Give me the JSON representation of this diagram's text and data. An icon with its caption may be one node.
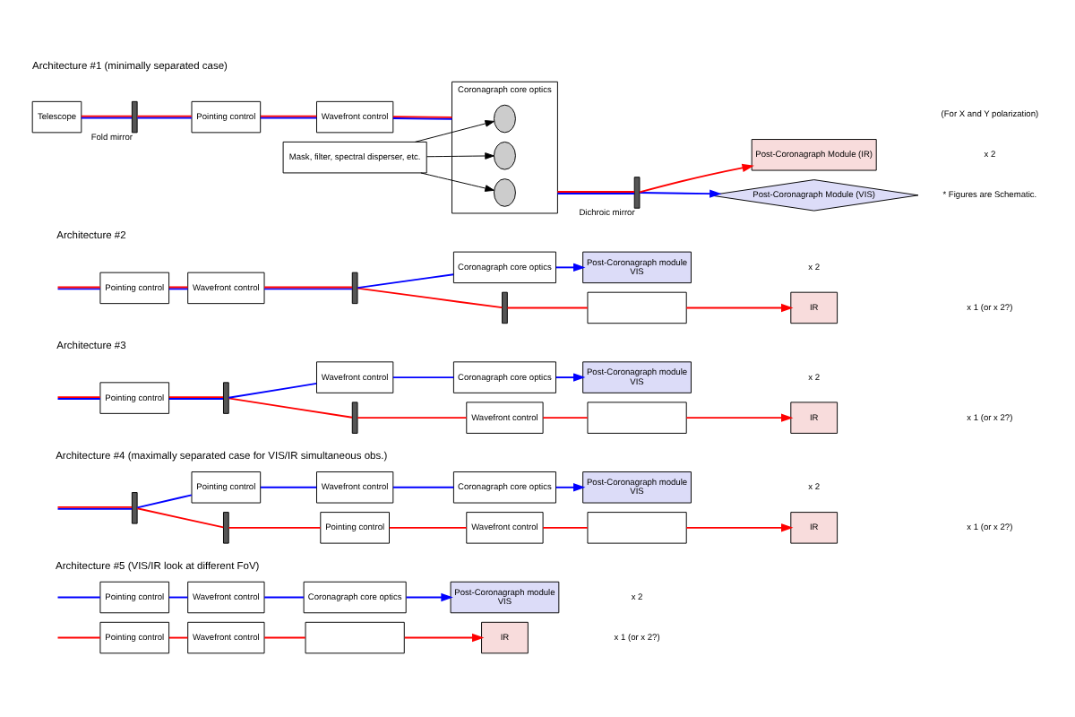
{
  "diagram": {
    "nodes": [
      {
        "text": [
          "Telescope"
        ]
      },
      {
        "text": [],
        "shape": "bar",
        "beside": [
          "Fold mirror"
        ]
      },
      {
        "text": [
          "Pointing control"
        ]
      },
      {
        "text": [
          "Wavefront control"
        ]
      },
      {
        "text": [
          "Coronagraph core optics"
        ]
      },
      {
        "text": [],
        "shape": "circle",
        "in": 4
      },
      {
        "text": [],
        "shape": "circle",
        "in": 4
      },
      {
        "text": [],
        "shape": "circle",
        "in": 4
      },
      {
        "text": [
          "Mask, filter, spectral disperser, etc."
        ]
      },
      {
        "text": [],
        "shape": "bar",
        "beside": [
          "Dichroic mirror"
        ]
      },
      {
        "text": [
          "Post-Coronagraph Module (VIS)"
        ]
      },
      {
        "text": [
          "Post-Coronagraph Module (IR)"
        ]
      },
      {
        "text": [
          "Pointing control"
        ]
      },
      {
        "text": [
          "Wavefront control"
        ]
      },
      {
        "text": [],
        "shape": "bar"
      },
      {
        "text": [],
        "shape": "bar"
      },
      {
        "text": [
          "Coronagraph core optics"
        ]
      },
      {
        "text": [],
        "shape": "box"
      },
      {
        "text": [
          "Post-Coronagraph module",
          "VIS"
        ]
      },
      {
        "text": [
          "IR"
        ]
      },
      {
        "text": [
          "Pointing control"
        ]
      },
      {
        "text": [],
        "shape": "bar"
      },
      {
        "text": [],
        "shape": "bar"
      },
      {
        "text": [
          "Wavefront control"
        ]
      },
      {
        "text": [
          "Wavefront control"
        ]
      },
      {
        "text": [
          "Coronagraph core optics"
        ]
      },
      {
        "text": [],
        "shape": "box"
      },
      {
        "text": [
          "Post-Coronagraph module",
          "VIS"
        ]
      },
      {
        "text": [
          "IR"
        ]
      },
      {
        "text": [],
        "shape": "bar"
      },
      {
        "text": [],
        "shape": "bar"
      },
      {
        "text": [
          "Pointing control"
        ]
      },
      {
        "text": [
          "Wavefront control"
        ]
      },
      {
        "text": [
          "Coronagraph core optics"
        ]
      },
      {
        "text": [
          "Post-Coronagraph module",
          "VIS"
        ]
      },
      {
        "text": [
          "Pointing control"
        ]
      },
      {
        "text": [
          "Wavefront control"
        ]
      },
      {
        "text": [],
        "shape": "box"
      },
      {
        "text": [
          "IR"
        ]
      },
      {
        "text": [
          "Pointing control"
        ]
      },
      {
        "text": [
          "Wavefront control"
        ]
      },
      {
        "text": [
          "Coronagraph core optics"
        ]
      },
      {
        "text": [
          "Post-Coronagraph module",
          "VIS"
        ]
      },
      {
        "text": [
          "Pointing control"
        ]
      },
      {
        "text": [
          "Wavefront control"
        ]
      },
      {
        "text": [],
        "shape": "box"
      },
      {
        "text": [
          "IR"
        ]
      }
    ],
    "edges": [
      {
        "from": 0,
        "to": 1,
        "arrow": "none"
      },
      {
        "from": 1,
        "to": 2,
        "arrow": "none"
      },
      {
        "from": 2,
        "to": 3,
        "arrow": "none"
      },
      {
        "from": 3,
        "to": 4,
        "arrow": "none"
      },
      {
        "from": 8,
        "to": 5,
        "arrow": "to",
        "color": "#000000"
      },
      {
        "from": 8,
        "to": 6,
        "arrow": "to",
        "color": "#000000"
      },
      {
        "from": 8,
        "to": 7,
        "arrow": "to",
        "color": "#000000"
      },
      {
        "from": 4,
        "to": 9,
        "arrow": "none"
      },
      {
        "from": 9,
        "to": 10,
        "arrow": "to",
        "color": "#0000ff"
      },
      {
        "from": 9,
        "to": 11,
        "arrow": "to",
        "color": "#ff0000"
      },
      {
        "from": null,
        "to": 12,
        "arrow": "none"
      },
      {
        "from": 12,
        "to": 13,
        "arrow": "none"
      },
      {
        "from": 13,
        "to": 14,
        "arrow": "none"
      },
      {
        "from": 14,
        "to": 16,
        "arrow": "none",
        "color": "#0000ff"
      },
      {
        "from": 14,
        "to": 15,
        "arrow": "none",
        "color": "#ff0000"
      },
      {
        "from": 16,
        "to": 18,
        "arrow": "to",
        "color": "#0000ff"
      },
      {
        "from": 15,
        "to": 17,
        "arrow": "none",
        "color": "#ff0000"
      },
      {
        "from": 17,
        "to": 19,
        "arrow": "to",
        "color": "#ff0000"
      },
      {
        "from": null,
        "to": 20,
        "arrow": "none"
      },
      {
        "from": 20,
        "to": 21,
        "arrow": "none"
      },
      {
        "from": 21,
        "to": 23,
        "arrow": "none",
        "color": "#0000ff"
      },
      {
        "from": 23,
        "to": 25,
        "arrow": "none",
        "color": "#0000ff"
      },
      {
        "from": 25,
        "to": 27,
        "arrow": "to",
        "color": "#0000ff"
      },
      {
        "from": 21,
        "to": 22,
        "arrow": "none",
        "color": "#ff0000"
      },
      {
        "from": 22,
        "to": 24,
        "arrow": "none",
        "color": "#ff0000"
      },
      {
        "from": 24,
        "to": 26,
        "arrow": "none",
        "color": "#ff0000"
      },
      {
        "from": 26,
        "to": 28,
        "arrow": "to",
        "color": "#ff0000"
      },
      {
        "from": null,
        "to": 29,
        "arrow": "none"
      },
      {
        "from": 29,
        "to": 31,
        "arrow": "none",
        "color": "#0000ff"
      },
      {
        "from": 31,
        "to": 32,
        "arrow": "none",
        "color": "#0000ff"
      },
      {
        "from": 32,
        "to": 33,
        "arrow": "none",
        "color": "#0000ff"
      },
      {
        "from": 33,
        "to": 34,
        "arrow": "to",
        "color": "#0000ff"
      },
      {
        "from": 29,
        "to": 30,
        "arrow": "none",
        "color": "#ff0000"
      },
      {
        "from": 30,
        "to": 35,
        "arrow": "none",
        "color": "#ff0000"
      },
      {
        "from": 35,
        "to": 36,
        "arrow": "none",
        "color": "#ff0000"
      },
      {
        "from": 36,
        "to": 37,
        "arrow": "none",
        "color": "#ff0000"
      },
      {
        "from": 37,
        "to": 38,
        "arrow": "to",
        "color": "#ff0000"
      },
      {
        "from": null,
        "to": 39,
        "arrow": "none",
        "color": "#0000ff"
      },
      {
        "from": 39,
        "to": 40,
        "arrow": "none",
        "color": "#0000ff"
      },
      {
        "from": 40,
        "to": 41,
        "arrow": "none",
        "color": "#0000ff"
      },
      {
        "from": 41,
        "to": 42,
        "arrow": "to",
        "color": "#0000ff"
      },
      {
        "from": null,
        "to": 43,
        "arrow": "none",
        "color": "#ff0000"
      },
      {
        "from": 43,
        "to": 44,
        "arrow": "none",
        "color": "#ff0000"
      },
      {
        "from": 44,
        "to": 45,
        "arrow": "none",
        "color": "#ff0000"
      },
      {
        "from": 45,
        "to": 46,
        "arrow": "to",
        "color": "#ff0000"
      }
    ],
    "labels": [
      "Architecture #1 (minimally separated case)",
      "* Figures are Schematic.",
      "x 2",
      "(For X and Y polarization)",
      "Architecture #2",
      "x 2",
      "x 1 (or x 2?)",
      "Architecture #3",
      "x 2",
      "x 1 (or x 2?)",
      "Architecture #4 (maximally separated case for VIS/IR simultaneous obs.)",
      "x 2",
      "x 1 (or x 2?)",
      "Architecture #5 (VIS/IR look at different FoV)",
      "x 2",
      "x 1 (or x 2?)"
    ]
  }
}
